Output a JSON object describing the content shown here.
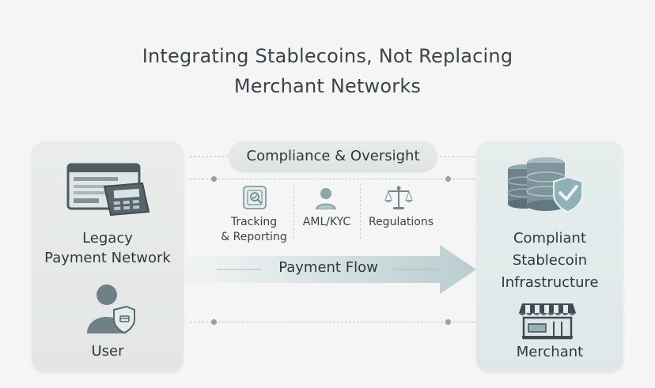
{
  "title": {
    "line1": "Integrating Stablecoins, Not Replacing",
    "line2": "Merchant Networks"
  },
  "left_panel": {
    "network_label_line1": "Legacy",
    "network_label_line2": "Payment Network",
    "user_label": "User",
    "icons": [
      "legacy-terminal-icon",
      "user-shield-icon"
    ]
  },
  "center": {
    "oversight_label": "Compliance & Oversight",
    "items": [
      {
        "label_line1": "Tracking",
        "label_line2": "& Reporting",
        "icon": "tracking-report-icon"
      },
      {
        "label_line1": "AML/KYC",
        "label_line2": "",
        "icon": "person-icon"
      },
      {
        "label_line1": "Regulations",
        "label_line2": "",
        "icon": "scales-icon"
      }
    ],
    "flow_label": "Payment Flow"
  },
  "right_panel": {
    "infra_label_line1": "Compliant",
    "infra_label_line2": "Stablecoin",
    "infra_label_line3": "Infrastructure",
    "merchant_label": "Merchant",
    "icons": [
      "database-shield-icon",
      "storefront-icon"
    ]
  },
  "colors": {
    "accent": "#8ea4aa",
    "arrow": "#cddbdd",
    "shield": "#7ea6ad"
  }
}
